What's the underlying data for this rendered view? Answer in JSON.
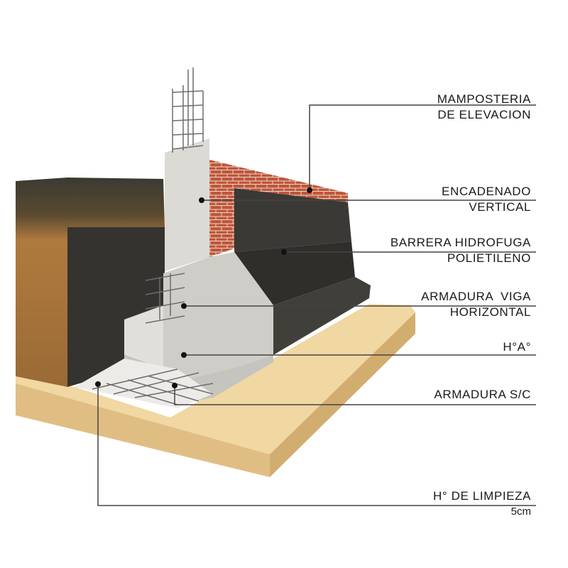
{
  "labels": [
    {
      "line1": "MAMPOSTERIA",
      "line2": "DE ELEVACION"
    },
    {
      "line1": "ENCADENADO",
      "line2": "VERTICAL"
    },
    {
      "line1": "BARRERA HIDROFUGA",
      "line2": "POLIETILENO"
    },
    {
      "line1": "ARMADURA  VIGA",
      "line2": "HORIZONTAL"
    },
    {
      "line1": "H°A°"
    },
    {
      "line1": "ARMADURA S/C"
    },
    {
      "line1": "H° DE LIMPIEZA",
      "line2": "5cm"
    }
  ],
  "colors": {
    "sand": "#e8c98e",
    "soil": "#a8733a",
    "membrane": "#2f2e2b",
    "brick": "#c0553a",
    "concrete": "#d9d7d2",
    "leader": "#444444"
  }
}
